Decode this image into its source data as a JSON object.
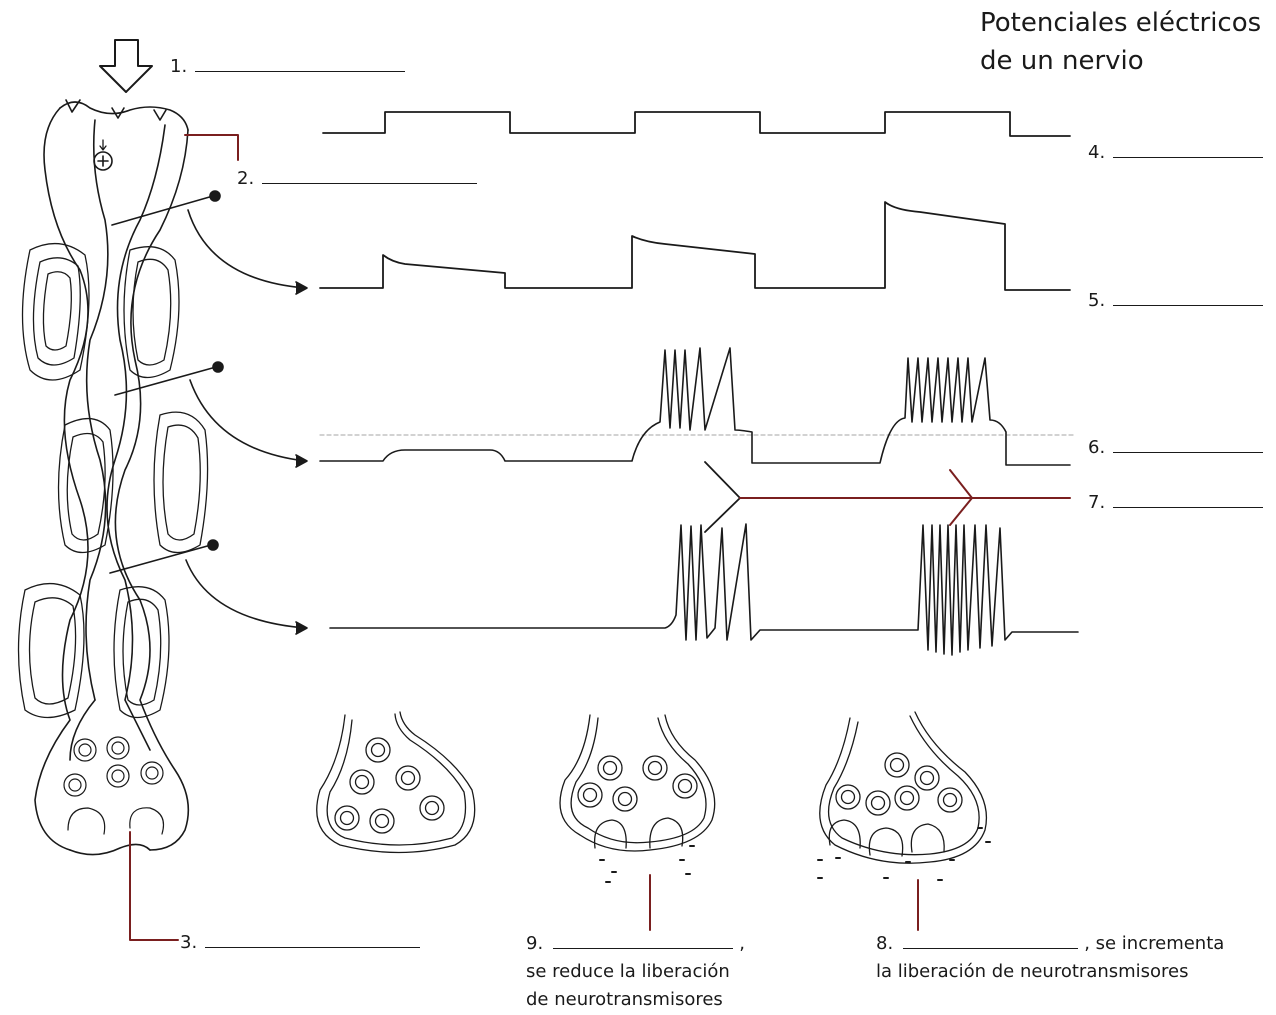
{
  "title": {
    "line1": "Potenciales eléctricos",
    "line2": "de un nervio"
  },
  "labels": {
    "l1": "1.",
    "l2": "2.",
    "l3": "3.",
    "l4": "4.",
    "l5": "5.",
    "l6": "6.",
    "l7": "7."
  },
  "caption9": {
    "number": "9.",
    "suffix": ",",
    "line2": "se reduce la liberación",
    "line3": "de neurotransmisores"
  },
  "caption8": {
    "number": "8.",
    "suffix": ", se incrementa",
    "line2": "la liberación de neurotransmisores"
  },
  "colors": {
    "ink": "#1a1a1a",
    "leader": "#7a1f1f",
    "threshold": "#b8b8b8"
  },
  "icons": [
    "down-arrow-icon",
    "plus-circle-icon",
    "electrode-pin-icon"
  ]
}
